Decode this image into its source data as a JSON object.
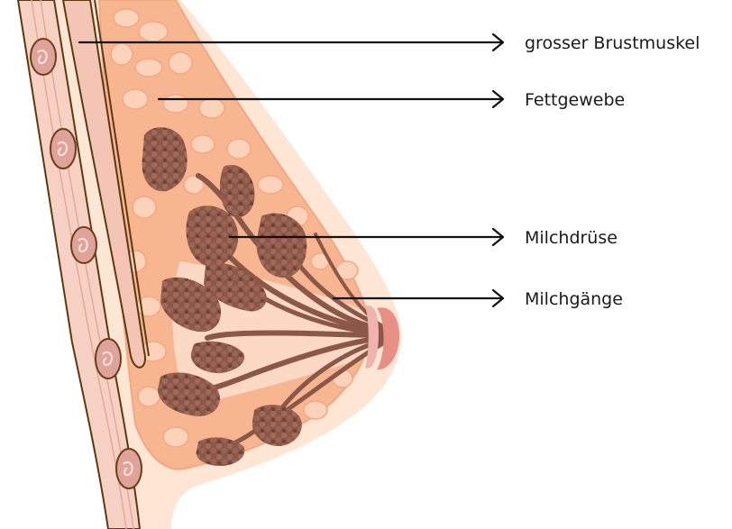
{
  "diagram": {
    "labels": [
      {
        "id": "muscle",
        "text": "grosser Brustmuskel"
      },
      {
        "id": "fat",
        "text": "Fettgewebe"
      },
      {
        "id": "gland",
        "text": "Milchdrüse"
      },
      {
        "id": "ducts",
        "text": "Milchgänge"
      }
    ],
    "colors": {
      "skin": "#fde6d4",
      "fat_outline": "#f3a884",
      "fat_cells": "#f5a97f",
      "fat_fill": "#fbd3ba",
      "gland": "#8b5848",
      "gland_dot": "#a0695a",
      "muscle_band": "#f4c5b5",
      "muscle_line": "#5a3a10",
      "nipple": "#e88f86"
    }
  }
}
